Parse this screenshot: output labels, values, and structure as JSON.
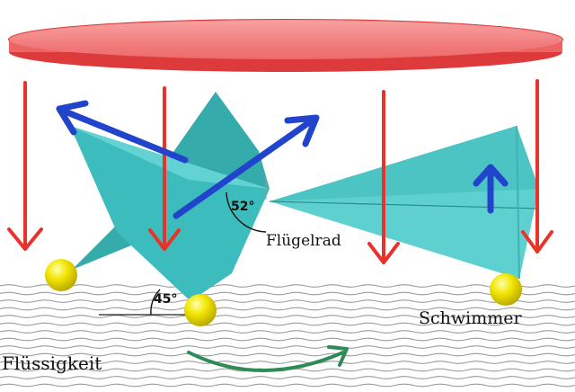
{
  "labels": {
    "impeller": "Flügelrad",
    "float": "Schwimmer",
    "liquid": "Flüssigkeit",
    "angle_top": "52°",
    "angle_bottom": "45°"
  },
  "colors": {
    "disc_fill": "#f07a7a",
    "disc_edge": "#dd3b3b",
    "force_arrow": "#e8322a",
    "motion_arrow": "#2244cc",
    "rotation_arrow": "#2e8b57",
    "blade_light": "#5fd0d0",
    "blade_dark": "#2aa6a6",
    "float_ball": "#f2e600",
    "wave_line": "#9a9a9a"
  },
  "icons": {
    "downward_force": "red-down-arrow-icon",
    "blade_motion": "blue-arrow-icon",
    "rotation": "green-curved-arrow-icon",
    "float": "yellow-ball-icon"
  }
}
